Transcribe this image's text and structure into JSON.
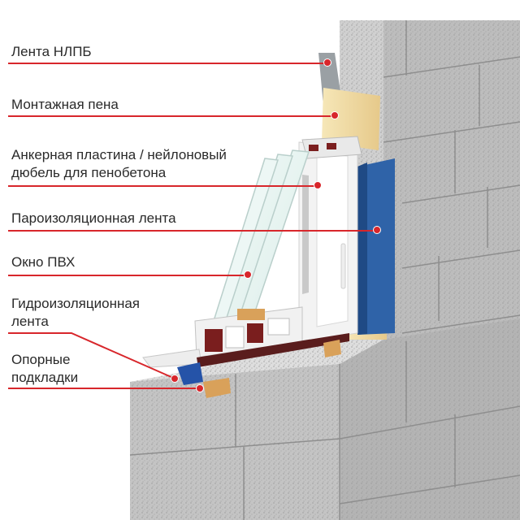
{
  "labels": {
    "nlpb_tape": "Лента НЛПБ",
    "mounting_foam": "Монтажная пена",
    "anchor_plate_line1": "Анкерная пластина / нейлоновый",
    "anchor_plate_line2": "дюбель для пенобетона",
    "vapor_barrier": "Пароизоляционная лента",
    "pvc_window": "Окно ПВХ",
    "waterproof_line1": "Гидроизоляционная",
    "waterproof_line2": "лента",
    "supports_line1": "Опорные",
    "supports_line2": "подкладки"
  },
  "colors": {
    "accent": "#d8262b",
    "text": "#2a2a2a",
    "block_front": "#b9b9b9",
    "block_top": "#dcdcdc",
    "foam": "#f2dca0",
    "vapor_tape": "#2f63a8",
    "pvc": "#f4f4f4",
    "seal": "#7a1e1e",
    "wood": "#d9a15a"
  }
}
